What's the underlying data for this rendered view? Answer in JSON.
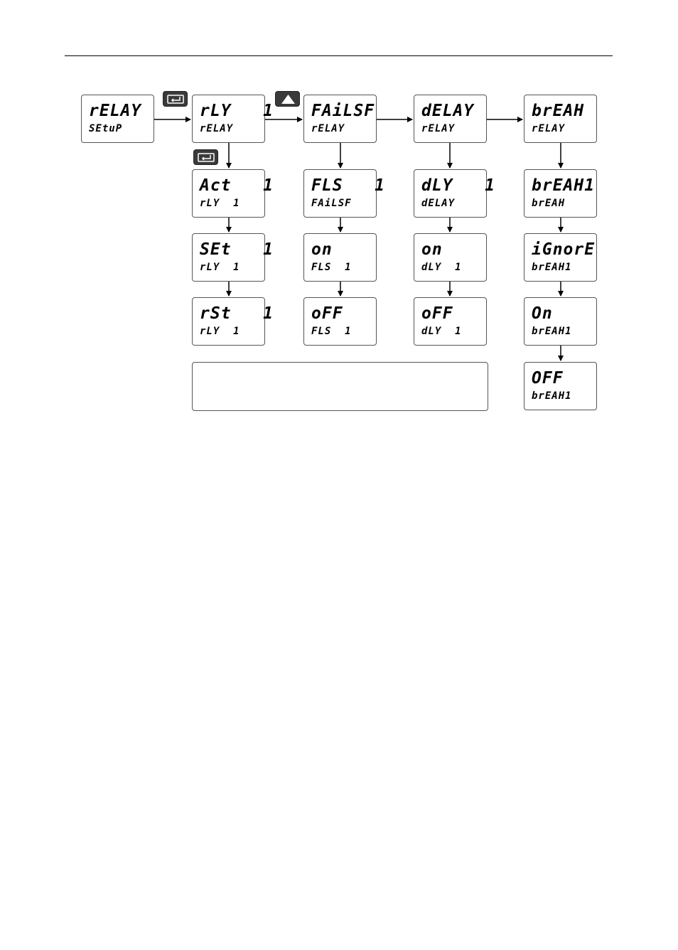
{
  "boxes": {
    "relay_setup": {
      "l1": "rELAY",
      "l2": "SEtuP"
    },
    "rly1": {
      "l1": "rLY   1",
      "l2": "rELAY"
    },
    "failsf": {
      "l1": "FAiLSF",
      "l2": "rELAY"
    },
    "delay": {
      "l1": "dELAY",
      "l2": "rELAY"
    },
    "break": {
      "l1": "brEAH",
      "l2": "rELAY"
    },
    "act1": {
      "l1": "Act   1",
      "l2": "rLY  1"
    },
    "fls1": {
      "l1": "FLS   1",
      "l2": "FAiLSF"
    },
    "dly1": {
      "l1": "dLY   1",
      "l2": "dELAY"
    },
    "break1": {
      "l1": "brEAH1",
      "l2": "brEAH"
    },
    "set1": {
      "l1": "SEt   1",
      "l2": "rLY  1"
    },
    "fls_on": {
      "l1": "on",
      "l2": "FLS  1"
    },
    "dly_on": {
      "l1": "on",
      "l2": "dLY  1"
    },
    "break_ignore": {
      "l1": "iGnorE",
      "l2": "brEAH1"
    },
    "rst1": {
      "l1": "rSt   1",
      "l2": "rLY  1"
    },
    "fls_off": {
      "l1": "oFF",
      "l2": "FLS  1"
    },
    "dly_off": {
      "l1": "oFF",
      "l2": "dLY  1"
    },
    "break_on": {
      "l1": "On",
      "l2": "brEAH1"
    },
    "break_off": {
      "l1": "OFF",
      "l2": "brEAH1"
    }
  },
  "keys": [
    {
      "name": "enter-key",
      "icon": "enter-icon"
    },
    {
      "name": "enter-key",
      "icon": "enter-icon"
    },
    {
      "name": "up-key",
      "icon": "up-arrow-icon"
    }
  ],
  "colors": {
    "line": "#000000",
    "key_bg": "#3a3a3a",
    "key_glyph": "#ffffff"
  }
}
